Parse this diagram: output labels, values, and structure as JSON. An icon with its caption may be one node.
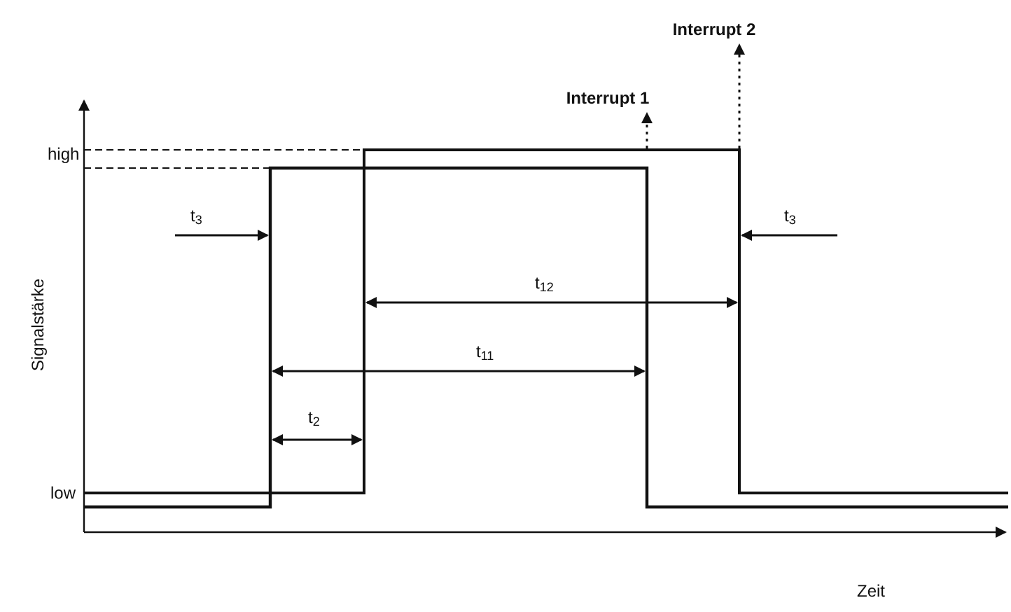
{
  "diagram": {
    "nodes": [
      {
        "text": [
          "Interrupt 1"
        ]
      },
      {
        "text": [
          "Interrupt 2"
        ]
      }
    ],
    "edges": [
      {
        "from": null,
        "to": 0,
        "arrow": "to",
        "style": "dashed"
      },
      {
        "from": null,
        "to": 1,
        "arrow": "to",
        "style": "dashed"
      }
    ],
    "labels": [
      "high",
      "low",
      "Signalstärke",
      "Zeit",
      "t$_{3}$",
      "t$_{12}$",
      "t$_{11}$",
      "t$_{2}$",
      "t$_{3}$"
    ]
  }
}
